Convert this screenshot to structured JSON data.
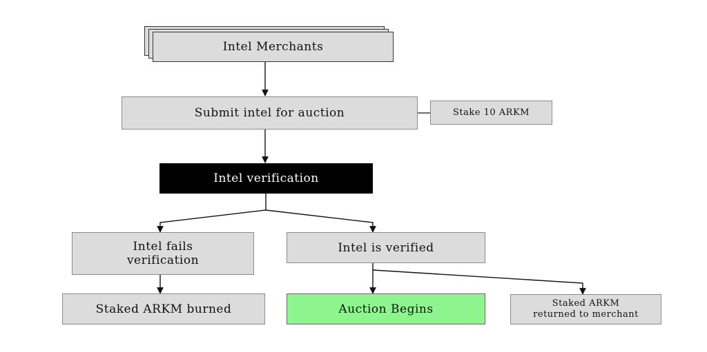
{
  "diagram": {
    "nodes": {
      "merchants": {
        "label": "Intel Merchants"
      },
      "submit": {
        "label": "Submit intel for auction"
      },
      "stake": {
        "label": "Stake 10 ARKM"
      },
      "verification": {
        "label": "Intel verification"
      },
      "fails": {
        "line1": "Intel fails",
        "line2": "verification"
      },
      "verified": {
        "label": "Intel is verified"
      },
      "burned": {
        "label": "Staked ARKM burned"
      },
      "auction": {
        "label": "Auction Begins"
      },
      "returned": {
        "line1": "Staked ARKM",
        "line2": "returned to merchant"
      }
    },
    "edges": [
      {
        "from": "merchants",
        "to": "submit",
        "arrow": true
      },
      {
        "from": "submit",
        "to": "stake",
        "arrow": false
      },
      {
        "from": "submit",
        "to": "verification",
        "arrow": true
      },
      {
        "from": "verification",
        "to": "fails",
        "arrow": true
      },
      {
        "from": "verification",
        "to": "verified",
        "arrow": true
      },
      {
        "from": "fails",
        "to": "burned",
        "arrow": true
      },
      {
        "from": "verified",
        "to": "auction",
        "arrow": true
      },
      {
        "from": "verified",
        "to": "returned",
        "arrow": true
      }
    ],
    "colors": {
      "node_fill": "#dcdcdc",
      "verification_fill": "#000000",
      "auction_fill": "#8ef58e",
      "line": "#111111"
    }
  }
}
